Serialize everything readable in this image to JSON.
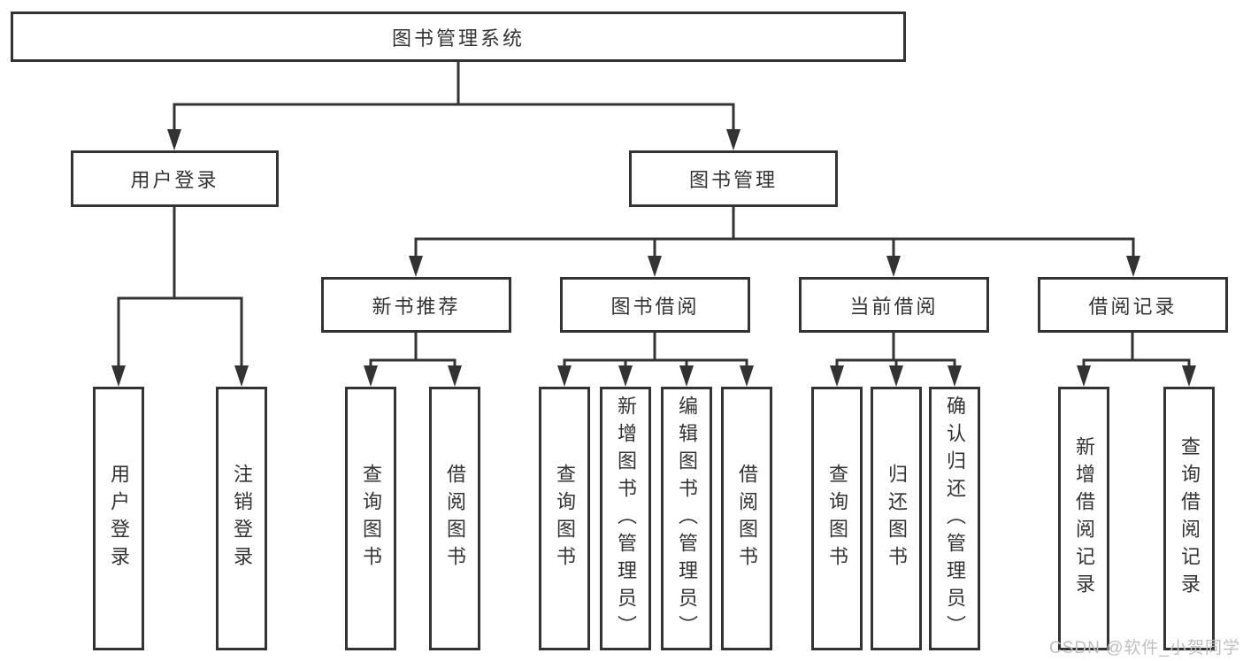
{
  "tree": {
    "label": "图书管理系统",
    "children": [
      {
        "label": "用户登录",
        "children": [
          {
            "label": "用户登录"
          },
          {
            "label": "注销登录"
          }
        ]
      },
      {
        "label": "图书管理",
        "children": [
          {
            "label": "新书推荐",
            "children": [
              {
                "label": "查询图书"
              },
              {
                "label": "借阅图书"
              }
            ]
          },
          {
            "label": "图书借阅",
            "children": [
              {
                "label": "查询图书"
              },
              {
                "label": "新增图书（管理员）"
              },
              {
                "label": "编辑图书（管理员）"
              },
              {
                "label": "借阅图书"
              }
            ]
          },
          {
            "label": "当前借阅",
            "children": [
              {
                "label": "查询图书"
              },
              {
                "label": "归还图书"
              },
              {
                "label": "确认归还（管理员）"
              }
            ]
          },
          {
            "label": "借阅记录",
            "children": [
              {
                "label": "新增借阅记录"
              },
              {
                "label": "查询借阅记录"
              }
            ]
          }
        ]
      }
    ]
  },
  "watermark": {
    "text": "CSDN @软件_小贺同学"
  },
  "colors": {
    "line": "#333333",
    "box_border": "#333333",
    "box_background": "#ffffff",
    "text": "#333333",
    "watermark": "#bfbfbf",
    "background": "#ffffff"
  }
}
